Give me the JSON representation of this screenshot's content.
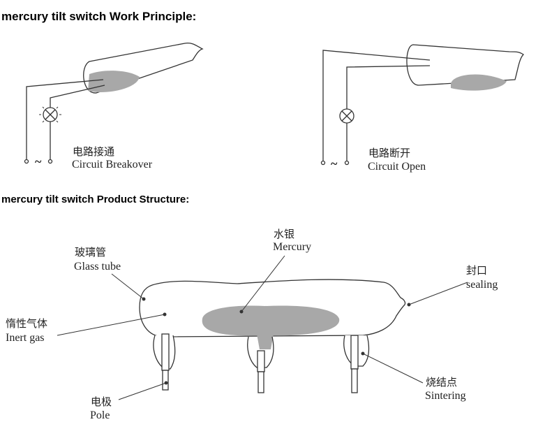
{
  "headings": {
    "principle": "mercury tilt switch Work Principle:",
    "structure": "mercury tilt switch Product Structure:"
  },
  "principle": {
    "breakover": {
      "cn": "电路接通",
      "en": "Circuit Breakover",
      "ac": "~"
    },
    "open": {
      "cn": "电路断开",
      "en": "Circuit Open",
      "ac": "~"
    }
  },
  "structure": {
    "mercury": {
      "cn": "水银",
      "en": "Mercury"
    },
    "glass_tube": {
      "cn": "玻璃管",
      "en": "Glass tube"
    },
    "sealing": {
      "cn": "封口",
      "en": "sealing"
    },
    "inert_gas": {
      "cn": "惰性气体",
      "en": "Inert gas"
    },
    "sintering": {
      "cn": "烧结点",
      "en": "Sintering"
    },
    "pole": {
      "cn": "电极",
      "en": "Pole"
    }
  },
  "colors": {
    "mercury": "#a8a8a8",
    "line": "#333333"
  }
}
